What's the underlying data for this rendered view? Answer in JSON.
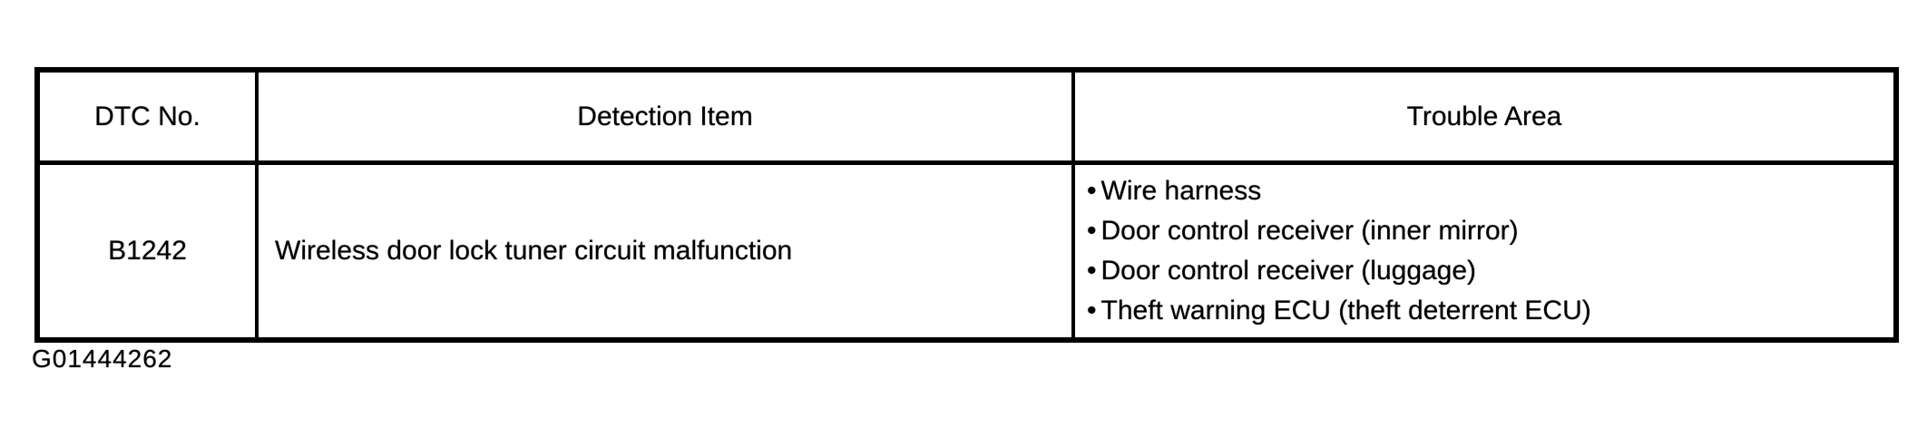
{
  "colors": {
    "ink": "#000000",
    "paper": "#ffffff"
  },
  "figure_code": "G01444262",
  "table": {
    "bullet_glyph": "•",
    "headers": [
      "DTC No.",
      "Detection Item",
      "Trouble Area"
    ],
    "rows": [
      {
        "dtc_no": "B1242",
        "detection_item": "Wireless door lock tuner circuit malfunction",
        "trouble_areas": [
          "Wire harness",
          "Door control receiver (inner mirror)",
          "Door control receiver (luggage)",
          "Theft warning ECU (theft deterrent ECU)"
        ]
      }
    ]
  }
}
